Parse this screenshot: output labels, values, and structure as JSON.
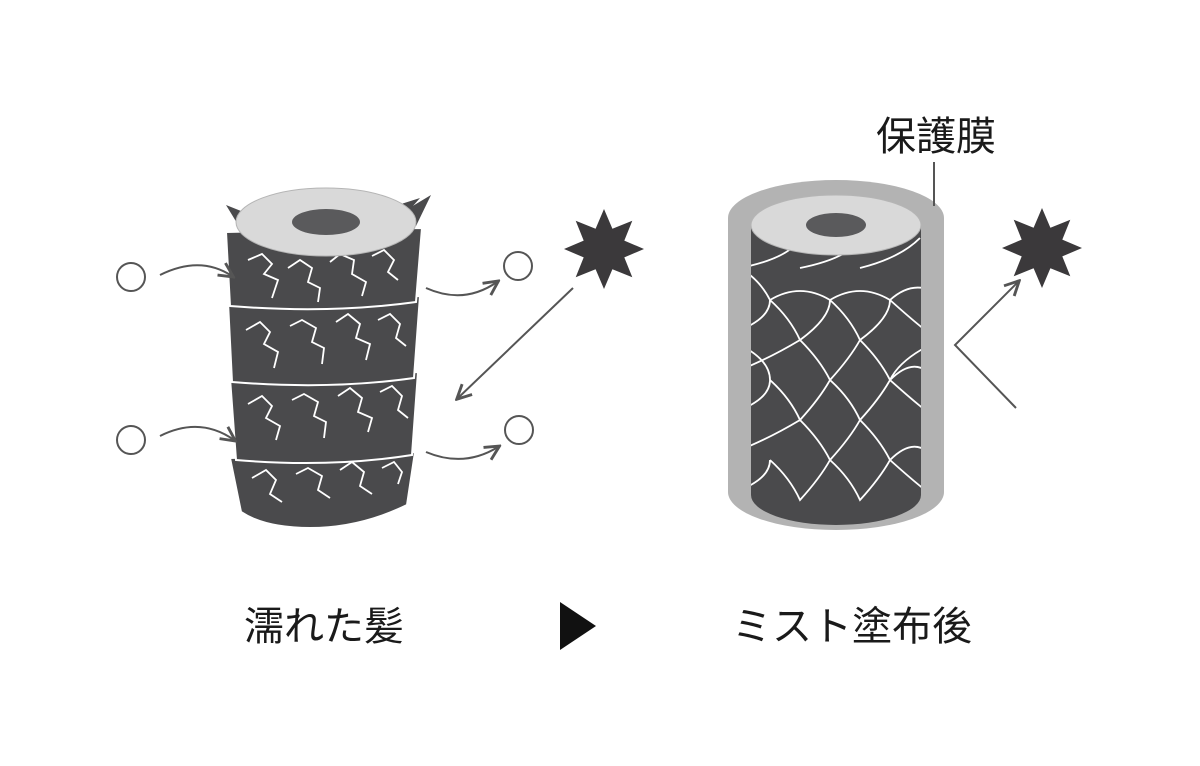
{
  "labels": {
    "before": "濡れた髪",
    "after": "ミスト塗布後",
    "film": "保護膜"
  },
  "colors": {
    "hair_fill": "#4a4a4c",
    "hair_top": "#d9d9d9",
    "hair_core": "#5a5a5c",
    "film": "#b3b3b3",
    "line": "#555555",
    "damage": "#3b393b",
    "text": "#1a1a1a"
  },
  "icons": [
    "water-droplet-icon",
    "damage-burst-icon",
    "play-arrow-icon"
  ]
}
